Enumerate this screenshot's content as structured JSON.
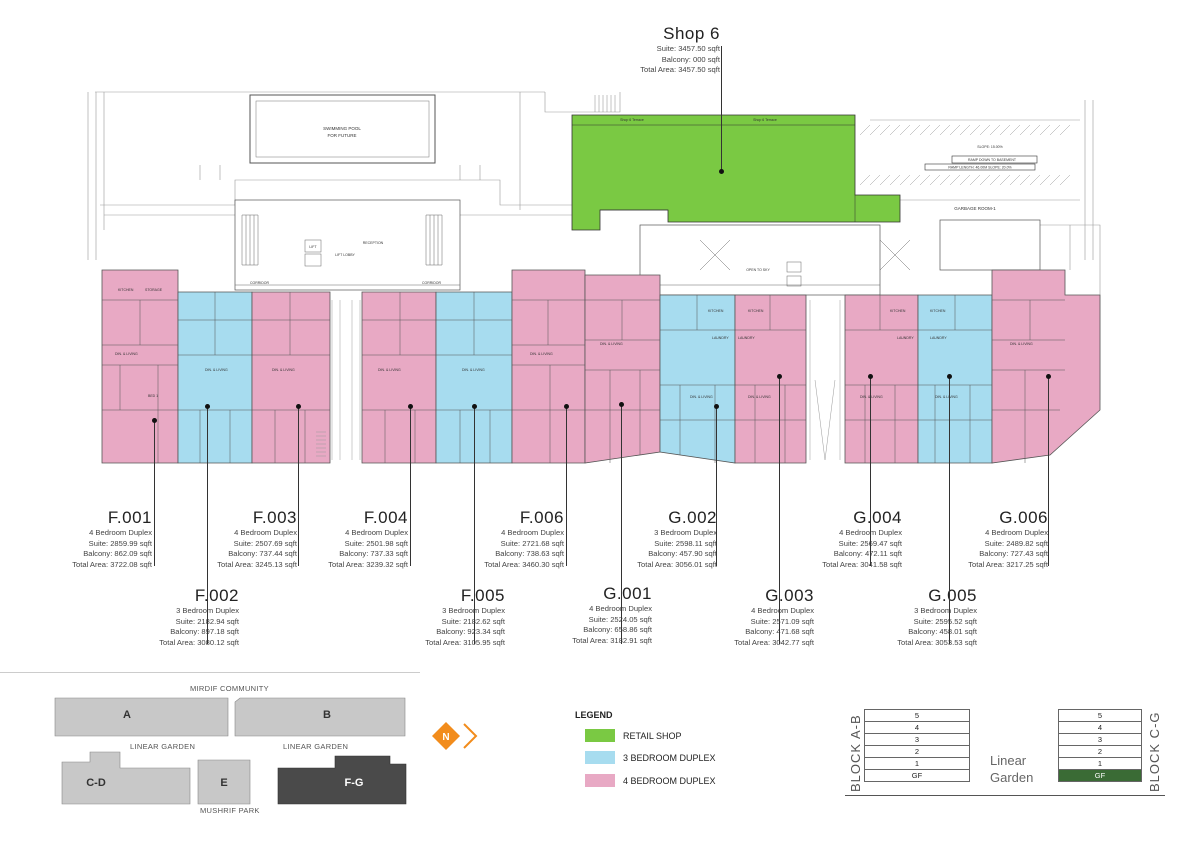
{
  "shop": {
    "code": "Shop 6",
    "suite": "Suite: 3457.50 sqft",
    "balcony": "Balcony: 000 sqft",
    "total": "Total Area: 3457.50 sqft"
  },
  "plan_text": {
    "pool": "SWIMMING POOL",
    "pool2": "FOR FUTURE",
    "terrace1": "Shop 6 Terrace",
    "terrace2": "Shop 6 Terrace",
    "ramp1": "RAMP DOWN TO BASEMENT",
    "ramp2": "RAMP LENGTH: 46.00M SLOPE: 20.0%",
    "slope": "SLOPE: 15.00%",
    "garbage": "GARBAGE ROOM-1",
    "corridor1": "CORRIDOR",
    "corridor2": "CORRIDOR",
    "lift": "LIFT",
    "lift_lobby": "LIFT LOBBY",
    "reception": "RECEPTION",
    "storage": "STORAGE",
    "kitchen": "KITCHEN",
    "din_living": "DIN. & LIVING",
    "bed1": "BED 1",
    "laundry": "LAUNDRY",
    "open_sky": "OPEN TO SKY"
  },
  "units": [
    {
      "code": "F.001",
      "type": "4 Bedroom Duplex",
      "suite": "Suite: 2859.99 sqft",
      "balcony": "Balcony: 862.09 sqft",
      "total": "Total Area: 3722.08 sqft"
    },
    {
      "code": "F.002",
      "type": "3 Bedroom Duplex",
      "suite": "Suite: 2182.94 sqft",
      "balcony": "Balcony: 897.18 sqft",
      "total": "Total Area: 3080.12 sqft"
    },
    {
      "code": "F.003",
      "type": "4 Bedroom Duplex",
      "suite": "Suite: 2507.69 sqft",
      "balcony": "Balcony: 737.44 sqft",
      "total": "Total Area: 3245.13 sqft"
    },
    {
      "code": "F.004",
      "type": "4 Bedroom Duplex",
      "suite": "Suite: 2501.98 sqft",
      "balcony": "Balcony: 737.33 sqft",
      "total": "Total Area: 3239.32 sqft"
    },
    {
      "code": "F.005",
      "type": "3 Bedroom Duplex",
      "suite": "Suite: 2182.62 sqft",
      "balcony": "Balcony: 923.34 sqft",
      "total": "Total Area: 3105.95 sqft"
    },
    {
      "code": "F.006",
      "type": "4 Bedroom Duplex",
      "suite": "Suite: 2721.68 sqft",
      "balcony": "Balcony: 738.63 sqft",
      "total": "Total Area: 3460.30 sqft"
    },
    {
      "code": "G.001",
      "type": "4 Bedroom Duplex",
      "suite": "Suite: 2524.05 sqft",
      "balcony": "Balcony: 658.86 sqft",
      "total": "Total Area: 3182.91 sqft"
    },
    {
      "code": "G.002",
      "type": "3 Bedroom Duplex",
      "suite": "Suite: 2598.11 sqft",
      "balcony": "Balcony: 457.90 sqft",
      "total": "Total Area: 3056.01 sqft"
    },
    {
      "code": "G.003",
      "type": "4 Bedroom Duplex",
      "suite": "Suite: 2571.09 sqft",
      "balcony": "Balcony: 471.68 sqft",
      "total": "Total Area: 3042.77 sqft"
    },
    {
      "code": "G.004",
      "type": "4 Bedroom Duplex",
      "suite": "Suite: 2569.47 sqft",
      "balcony": "Balcony: 472.11 sqft",
      "total": "Total Area: 3041.58 sqft"
    },
    {
      "code": "G.005",
      "type": "3 Bedroom Duplex",
      "suite": "Suite: 2595.52 sqft",
      "balcony": "Balcony: 458.01 sqft",
      "total": "Total Area: 3053.53 sqft"
    },
    {
      "code": "G.006",
      "type": "4 Bedroom Duplex",
      "suite": "Suite: 2489.82 sqft",
      "balcony": "Balcony: 727.43 sqft",
      "total": "Total Area: 3217.25 sqft"
    }
  ],
  "site": {
    "top": "MIRDIF COMMUNITY",
    "bottom": "MUSHRIF PARK",
    "garden_left": "LINEAR GARDEN",
    "garden_right": "LINEAR GARDEN",
    "blocks": [
      "A",
      "B",
      "C-D",
      "E",
      "F-G"
    ],
    "north": "N"
  },
  "legend": {
    "title": "LEGEND",
    "items": [
      {
        "label": "RETAIL SHOP",
        "color": "#7ac943"
      },
      {
        "label": "3 BEDROOM DUPLEX",
        "color": "#a7dcef"
      },
      {
        "label": "4 BEDROOM DUPLEX",
        "color": "#e8a9c4"
      }
    ]
  },
  "floors": {
    "left_label": "BLOCK A-B",
    "right_label": "BLOCK C-G",
    "levels": [
      "5",
      "4",
      "3",
      "2",
      "1",
      "GF"
    ],
    "garden_line1": "Linear",
    "garden_line2": "Garden",
    "active_color": "#3a6b35"
  },
  "colors": {
    "pink": "#e8a9c4",
    "blue": "#a7dcef",
    "green": "#7ac943",
    "grey": "#c8c8c8",
    "dark": "#4a4a4a",
    "orange": "#f28c1c"
  }
}
